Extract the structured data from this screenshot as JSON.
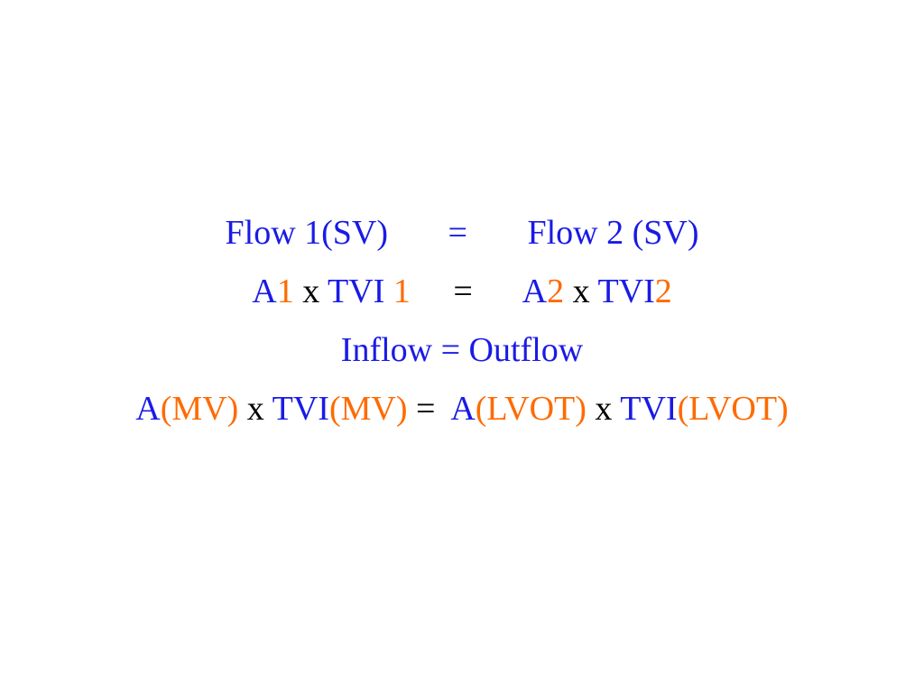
{
  "colors": {
    "primary": "#1a1ae6",
    "accent": "#ff6a00",
    "operator": "#000000",
    "background": "#ffffff"
  },
  "equations": {
    "line1": {
      "left": "Flow 1(SV)",
      "eq": "=",
      "right": "Flow 2 (SV)"
    },
    "line2": {
      "a": "A",
      "a_sub": "1",
      "times1": "x",
      "tvi": "TVI",
      "tvi_sub": "1",
      "eq": "=",
      "a2": "A",
      "a2_sub": "2",
      "times2": "x",
      "tvi2": "TVI",
      "tvi2_sub": "2"
    },
    "line3": {
      "text": "Inflow = Outflow"
    },
    "line4": {
      "a": "A",
      "a_sub": "(MV)",
      "times1": "x",
      "tvi": "TVI",
      "tvi_sub": "(MV)",
      "eq": "=",
      "a2": "A",
      "a2_sub": "(LVOT)",
      "times2": "x",
      "tvi2": "TVI",
      "tvi2_sub": "(LVOT)"
    }
  }
}
